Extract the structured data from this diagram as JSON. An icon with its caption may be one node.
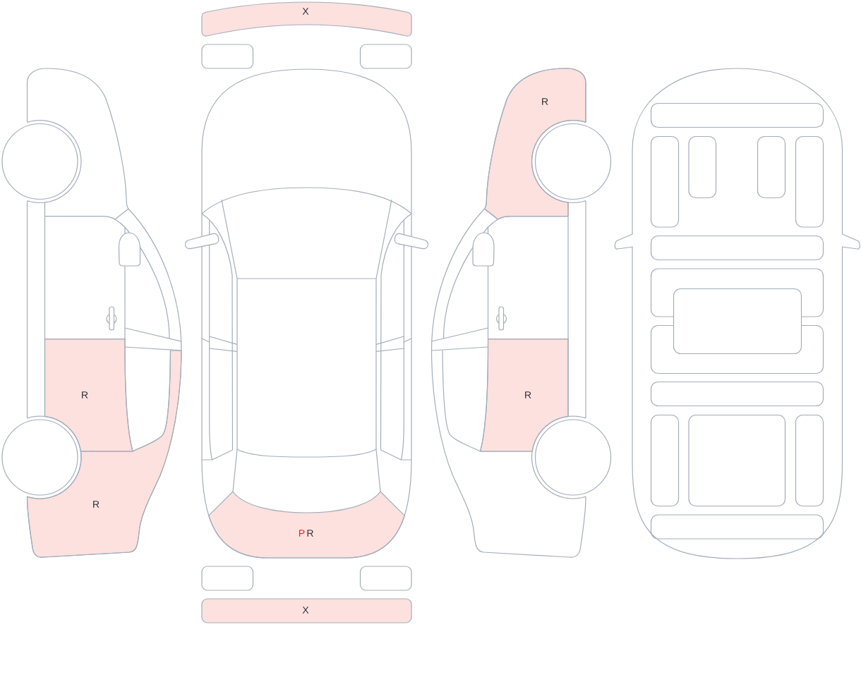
{
  "diagram": {
    "labels": [
      "X",
      "R",
      "R",
      "R",
      "R",
      "P",
      "R",
      "X"
    ]
  }
}
